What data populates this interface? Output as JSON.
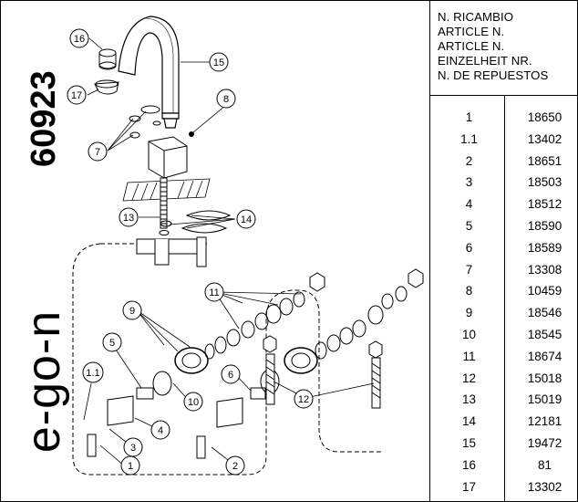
{
  "model_number": "60923",
  "brand": "e-go-n",
  "table": {
    "header_lines": [
      "N. RICAMBIO",
      "ARTICLE N.",
      "ARTICLE N.",
      "EINZELHEIT NR.",
      "N. DE REPUESTOS"
    ],
    "rows": [
      {
        "n": "1",
        "part": "18650"
      },
      {
        "n": "1.1",
        "part": "13402"
      },
      {
        "n": "2",
        "part": "18651"
      },
      {
        "n": "3",
        "part": "18503"
      },
      {
        "n": "4",
        "part": "18512"
      },
      {
        "n": "5",
        "part": "18590"
      },
      {
        "n": "6",
        "part": "18589"
      },
      {
        "n": "7",
        "part": "13308"
      },
      {
        "n": "8",
        "part": "10459"
      },
      {
        "n": "9",
        "part": "18546"
      },
      {
        "n": "10",
        "part": "18545"
      },
      {
        "n": "11",
        "part": "18674"
      },
      {
        "n": "12",
        "part": "15018"
      },
      {
        "n": "13",
        "part": "15019"
      },
      {
        "n": "14",
        "part": "12181"
      },
      {
        "n": "15",
        "part": "19472"
      },
      {
        "n": "16",
        "part": "81"
      },
      {
        "n": "17",
        "part": "13302"
      }
    ]
  },
  "callouts": {
    "c16": "16",
    "c17": "17",
    "c15": "15",
    "c8": "8",
    "c7": "7",
    "c13": "13",
    "c14": "14",
    "c11": "11",
    "c9": "9",
    "c5": "5",
    "c11b": "1.1",
    "c10": "10",
    "c6": "6",
    "c12": "12",
    "c4": "4",
    "c3": "3",
    "c1": "1",
    "c2": "2"
  }
}
